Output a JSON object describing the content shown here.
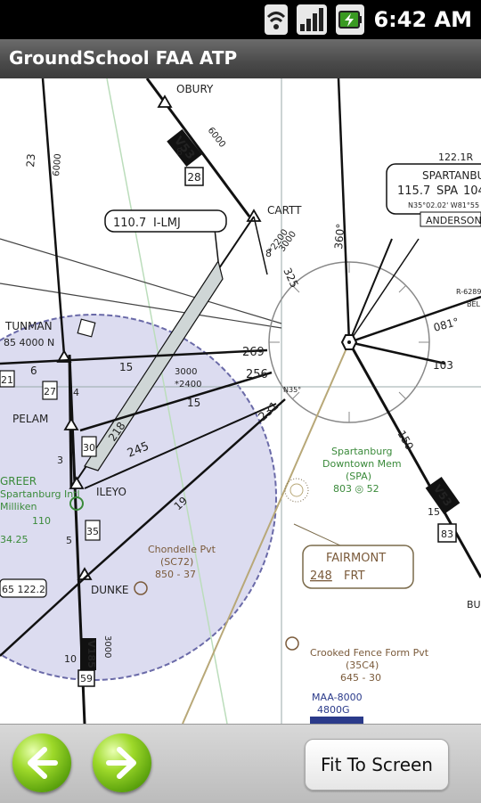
{
  "status_bar": {
    "time": "6:42 AM"
  },
  "app": {
    "title": "GroundSchool FAA ATP"
  },
  "chart": {
    "fixes": {
      "obury": "OBURY",
      "cartt": "CARTT",
      "pelam": "PELAM",
      "ileyo": "ILEYO",
      "dunke": "DUNKE",
      "tunman": "TUNMAN",
      "greer": "GREER",
      "greer_city": "Spartanburg Intl",
      "greer_name": "Milliken"
    },
    "navaids": {
      "ilu_freq": "110.7",
      "ilu_id": "I-LMJ",
      "spartanburg_name": "SPARTANBU",
      "spartanburg_freq": "115.7",
      "spartanburg_id": "SPA",
      "spartanburg_ch": "104",
      "spartanburg_coords": "N35°02.02' W81°55",
      "spartanburg_top": "122.1R",
      "anderson": "ANDERSON",
      "fairmont_name": "FAIRMONT",
      "fairmont_freq": "248",
      "fairmont_id": "FRT",
      "tunman_info": "85 4000 N",
      "greer_freq": "110",
      "greer_num": "34.25",
      "bottom_freq": "65 122.2"
    },
    "airports": {
      "spa_name1": "Spartanburg",
      "spa_name2": "Downtown Mem",
      "spa_id": "(SPA)",
      "spa_info": "803 ◎ 52",
      "chondelle_name": "Chondelle Pvt",
      "chondelle_id": "(SC72)",
      "chondelle_info": "850 - 37",
      "crooked_name": "Crooked Fence Form Pvt",
      "crooked_id": "(35C4)",
      "crooked_info": "645 - 30"
    },
    "airways": {
      "v53": "V53",
      "v53_lower": "V53",
      "v185": "V185",
      "v53_mea": "6000",
      "v53_dist": "8",
      "v53_box": "28",
      "v53_lower_mea": "15",
      "v53_lower_box": "83",
      "v185_alt": "3000",
      "v185_dist": "10",
      "v185_box": "59"
    },
    "labels": {
      "r23": "23",
      "r6000": "6000",
      "r269": "269",
      "r256": "256",
      "r231": "231",
      "r218": "218",
      "r245": "245",
      "r360": "360°",
      "r325": "325",
      "r081": "081°",
      "r103": "103",
      "r150": "150",
      "d6": "6",
      "d15a": "15",
      "d15b": "15",
      "d4": "4",
      "d3": "3",
      "d5": "5",
      "d8": "8",
      "d19": "19",
      "box21": "21",
      "box27": "27",
      "box30": "30",
      "box35": "35",
      "alt3000": "3000",
      "alt2400": "*2400",
      "cartt_alt1": "3000",
      "cartt_alt2": "*2200",
      "cartt_dist": "8",
      "maa": "MAA-8000",
      "maa2": "4800G",
      "r_6289": "R-6289",
      "bel": "BEL",
      "n35": "N35°",
      "bu": "BU"
    },
    "colors": {
      "class_c_fill": "#dcdcf0",
      "class_c_edge": "#6a6aa8",
      "airport_green": "#3a8a3a",
      "ink": "#1a1a1a"
    }
  },
  "controls": {
    "back": "back-arrow",
    "forward": "forward-arrow",
    "fit_label": "Fit To Screen"
  }
}
